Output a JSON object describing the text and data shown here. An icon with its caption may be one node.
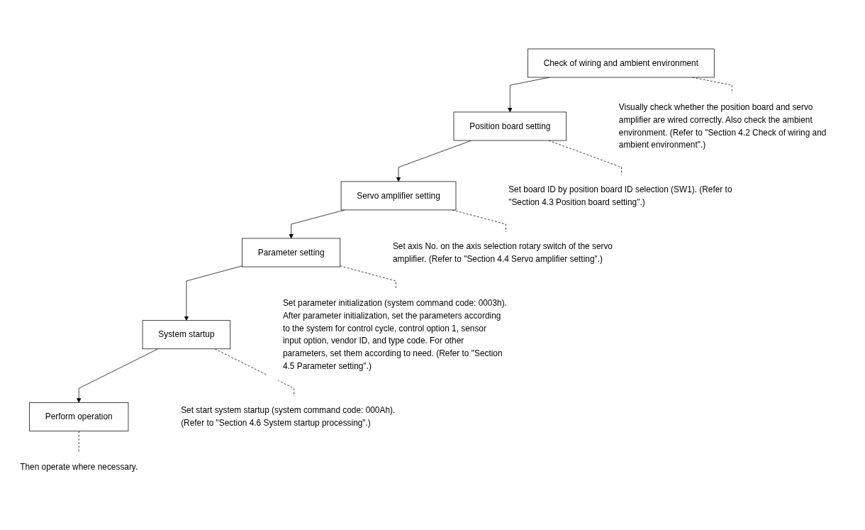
{
  "diagram": {
    "nodes": [
      {
        "text": [
          "Check of wiring and ambient environment"
        ]
      },
      {
        "text": [
          "Visually check whether the position board and servo amplifier are wired correctly. Also check the ambient environment. (Refer to \"Section 4.2 Check of wiring and ambient environment\".)"
        ]
      },
      {
        "text": [
          "Position board setting"
        ]
      },
      {
        "text": [
          "Set board ID by position board ID selection (SW1). (Refer to \"Section 4.3 Position board setting\".)"
        ]
      },
      {
        "text": [
          "Servo amplifier setting"
        ]
      },
      {
        "text": [
          "Set axis No. on the axis selection rotary switch of the servo amplifier. (Refer to \"Section 4.4 Servo amplifier setting\".)"
        ]
      },
      {
        "text": [
          "Parameter setting"
        ]
      },
      {
        "text": [
          "Set parameter initialization (system command code: 0003h). After parameter initialization, set the parameters according to the system for control cycle, control option 1, sensor input option, vendor ID, and type code. For other parameters, set them according to need. (Refer to \"Section 4.5 Parameter setting\".)"
        ]
      },
      {
        "text": [
          "System startup"
        ]
      },
      {
        "text": [
          "Set start system startup (system command code: 000Ah). (Refer to \"Section 4.6 System startup processing\".)"
        ]
      },
      {
        "text": [
          "Perform operation"
        ]
      },
      {
        "text": [
          "Then operate where necessary."
        ]
      }
    ],
    "edges": [
      {
        "from": 0,
        "to": 1,
        "arrow": "none",
        "style": "dashed"
      },
      {
        "from": 0,
        "to": 2,
        "arrow": "to"
      },
      {
        "from": 2,
        "to": 3,
        "arrow": "none",
        "style": "dashed"
      },
      {
        "from": 2,
        "to": 4,
        "arrow": "to"
      },
      {
        "from": 4,
        "to": 5,
        "arrow": "none",
        "style": "dashed"
      },
      {
        "from": 4,
        "to": 6,
        "arrow": "to"
      },
      {
        "from": 6,
        "to": 7,
        "arrow": "none",
        "style": "dashed"
      },
      {
        "from": 6,
        "to": 8,
        "arrow": "to"
      },
      {
        "from": 8,
        "to": 9,
        "arrow": "none",
        "style": "dashed"
      },
      {
        "from": 8,
        "to": 10,
        "arrow": "to"
      },
      {
        "from": 10,
        "to": 11,
        "arrow": "none",
        "style": "dashed"
      }
    ]
  }
}
